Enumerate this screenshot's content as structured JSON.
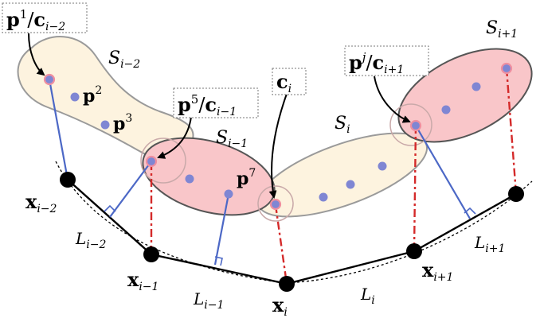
{
  "regions": {
    "s_im2": {
      "S": "S",
      "sub": "i−2"
    },
    "s_im1": {
      "S": "S",
      "sub": "i−1"
    },
    "s_i": {
      "S": "S",
      "sub": "i"
    },
    "s_ip1": {
      "S": "S",
      "sub": "i+1"
    }
  },
  "points": {
    "x_im2": {
      "x": "x",
      "sub": "i−2"
    },
    "x_im1": {
      "x": "x",
      "sub": "i−1"
    },
    "x_i": {
      "x": "x",
      "sub": "i"
    },
    "x_ip1": {
      "x": "x",
      "sub": "i+1"
    }
  },
  "segments": {
    "l_im2": {
      "L": "L",
      "sub": "i−2"
    },
    "l_im1": {
      "L": "L",
      "sub": "i−1"
    },
    "l_i": {
      "L": "L",
      "sub": "i"
    },
    "l_ip1": {
      "L": "L",
      "sub": "i+1"
    }
  },
  "labels": {
    "p2": {
      "p": "p",
      "sup": "2"
    },
    "p3": {
      "p": "p",
      "sup": "3"
    },
    "p7": {
      "p": "p",
      "sup": "7"
    }
  },
  "callouts": {
    "p1": {
      "p": "p",
      "sup": "1",
      "slash": "/",
      "c": "c",
      "sub": "i−2"
    },
    "p5": {
      "p": "p",
      "sup": "5",
      "slash": "/",
      "c": "c",
      "sub": "i−1"
    },
    "ci": {
      "c": "c",
      "sub": "i"
    },
    "pj": {
      "p": "p",
      "sup": "j",
      "slash": "/",
      "c": "c",
      "sub": "i+1"
    }
  },
  "colors": {
    "yellow_fill": "#fdf3df",
    "red_fill": "#f9c6c9",
    "point_fill": "#7f86d3",
    "highlight_stroke": "#ef8fa0",
    "blue_line": "#4c68c6",
    "red_dash": "#d42a2a",
    "node": "#000000"
  }
}
